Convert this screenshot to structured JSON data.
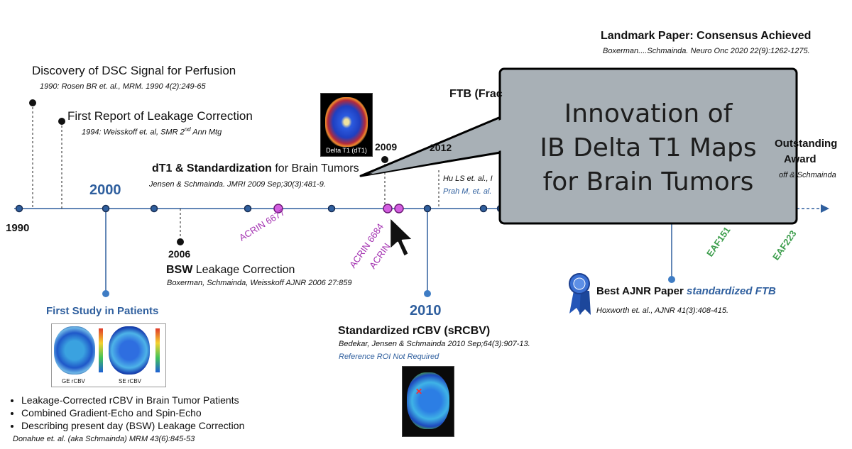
{
  "timeline": {
    "year_labels": {
      "y1990": "1990",
      "y2000": "2000",
      "y2006": "2006",
      "y2009": "2009",
      "y2010": "2010",
      "y2012": "2012"
    }
  },
  "events": {
    "dsc": {
      "title": "Discovery of DSC Signal for Perfusion",
      "citation": "1990: Rosen BR et. al., MRM. 1990 4(2):249-65"
    },
    "leakage": {
      "title": "First Report of Leakage Correction",
      "citation_pre": "1994: Weisskoff et. al, SMR 2",
      "citation_sup": "nd",
      "citation_post": " Ann Mtg"
    },
    "dt1": {
      "title_bold": "dT1 & Standardization",
      "title_rest": " for  Brain Tumors",
      "citation": "Jensen & Schmainda. JMRI 2009 Sep;30(3):481-9."
    },
    "bsw": {
      "title_bold": "BSW",
      "title_rest": " Leakage Correction",
      "citation": "Boxerman, Schmainda, Weisskoff AJNR 2006  27:859"
    },
    "first_study": {
      "title": "First Study in Patients",
      "bullets": [
        "Leakage-Corrected rCBV in Brain Tumor Patients",
        "Combined Gradient-Echo and Spin-Echo",
        "Describing present day (BSW) Leakage Correction"
      ],
      "citation": "Donahue et. al. (aka Schmainda) MRM 43(6):845-53",
      "img_labels": [
        "GE rCBV",
        "SE rCBV"
      ]
    },
    "srcbv": {
      "title": "Standardized rCBV (sRCBV)",
      "citation": "Bedekar, Jensen & Schmainda 2010 Sep;64(3):907-13.",
      "note": "Reference ROI Not Required"
    },
    "ftb": {
      "title": "FTB (Frac",
      "citation1": "Hu LS et. al., I",
      "citation2": "Prah M, et. al."
    },
    "landmark": {
      "title": "Landmark Paper: Consensus Achieved",
      "citation": "Boxerman....Schmainda. Neuro Onc 2020 22(9):1262-1275."
    },
    "outstanding": {
      "line1": "Outstanding",
      "line2": "Award",
      "citation": "off & Schmainda"
    },
    "ajnr": {
      "title_bold": "Best AJNR Paper ",
      "title_blue": "standardized FTB",
      "citation": "Hoxworth et. al., AJNR  41(3):408-415."
    }
  },
  "trials": {
    "acrin6677": "ACRIN 6677",
    "acrin6684": "ACRIN 6684",
    "acrin_b": "ACRIN",
    "eaf151": "EAF151",
    "eaf223": "EAF223"
  },
  "images": {
    "delta_t1_label": "Delta T1 (dT1)"
  },
  "callout": {
    "line1": "Innovation of",
    "line2": "IB Delta T1 Maps",
    "line3": "for Brain Tumors"
  },
  "colors": {
    "timeline": "#2f5f9e",
    "purple": "#a22fb0",
    "green": "#3a9c4a",
    "callout": "#a8b0b6"
  }
}
